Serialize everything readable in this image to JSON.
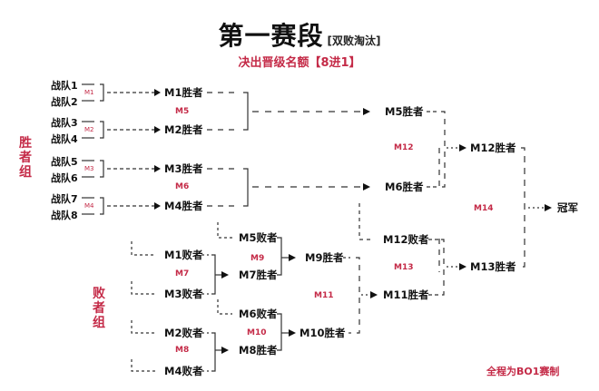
{
  "header": {
    "title": "第一赛段",
    "title_note": "[双败淘汰]",
    "subtitle": "决出晋级名额【8进1】"
  },
  "groups": {
    "winners": "胜者组",
    "losers": "败者组"
  },
  "teams": [
    "战队1",
    "战队2",
    "战队3",
    "战队4",
    "战队5",
    "战队6",
    "战队7",
    "战队8"
  ],
  "matches": {
    "m1": "M1",
    "m2": "M2",
    "m3": "M3",
    "m4": "M4",
    "m5": "M5",
    "m6": "M6",
    "m7": "M7",
    "m8": "M8",
    "m9": "M9",
    "m10": "M10",
    "m11": "M11",
    "m12": "M12",
    "m13": "M13",
    "m14": "M14"
  },
  "nodes": {
    "m1_winner": "M1胜者",
    "m2_winner": "M2胜者",
    "m3_winner": "M3胜者",
    "m4_winner": "M4胜者",
    "m5_winner": "M5胜者",
    "m6_winner": "M6胜者",
    "m12_winner": "M12胜者",
    "m13_winner": "M13胜者",
    "champion": "冠军",
    "m1_loser": "M1败者",
    "m3_loser": "M3败者",
    "m2_loser": "M2败者",
    "m4_loser": "M4败者",
    "m5_loser": "M5败者",
    "m6_loser": "M6败者",
    "m7_winner": "M7胜者",
    "m8_winner": "M8胜者",
    "m9_winner": "M9胜者",
    "m10_winner": "M10胜者",
    "m11_winner": "M11胜者",
    "m12_loser": "M12败者"
  },
  "footer": "全程为BO1赛制",
  "colors": {
    "accent": "#c42a47",
    "text": "#111111",
    "line": "#333333"
  }
}
